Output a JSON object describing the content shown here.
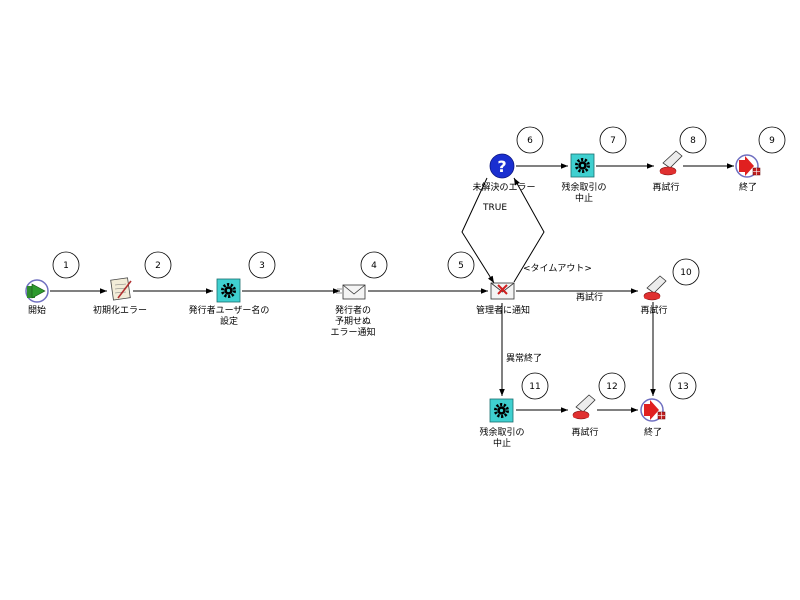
{
  "diagram": {
    "nodes": [
      {
        "id": "start",
        "num": "1",
        "icon": "start-icon",
        "lines": [
          "開始"
        ]
      },
      {
        "id": "init-error",
        "num": "2",
        "icon": "notepad-icon",
        "lines": [
          "初期化エラー"
        ]
      },
      {
        "id": "set-username",
        "num": "3",
        "icon": "gear-icon",
        "lines": [
          "発行者ユーザー名の",
          "設定"
        ]
      },
      {
        "id": "notify-unexpected",
        "num": "4",
        "icon": "envelope-icon",
        "lines": [
          "発行者の",
          "予期せぬ",
          "エラー通知"
        ]
      },
      {
        "id": "notify-admin",
        "num": "5",
        "icon": "envelope-x-icon",
        "lines": [
          "管理者に通知"
        ]
      },
      {
        "id": "unresolved-error",
        "num": "6",
        "icon": "question-icon",
        "lines": [
          "未解決のエラー"
        ]
      },
      {
        "id": "abort-remaining-top",
        "num": "7",
        "icon": "gear-icon",
        "lines": [
          "残余取引の",
          "中止"
        ]
      },
      {
        "id": "retry-top",
        "num": "8",
        "icon": "retry-icon",
        "lines": [
          "再試行"
        ]
      },
      {
        "id": "end-top",
        "num": "9",
        "icon": "end-icon",
        "lines": [
          "終了"
        ]
      },
      {
        "id": "retry-mid",
        "num": "10",
        "icon": "retry-icon",
        "lines": [
          "再試行"
        ]
      },
      {
        "id": "abort-remaining-bottom",
        "num": "11",
        "icon": "gear-icon",
        "lines": [
          "残余取引の",
          "中止"
        ]
      },
      {
        "id": "retry-bottom",
        "num": "12",
        "icon": "retry-icon",
        "lines": [
          "再試行"
        ]
      },
      {
        "id": "end-bottom",
        "num": "13",
        "icon": "end-icon",
        "lines": [
          "終了"
        ]
      }
    ],
    "edge_labels": {
      "true": "TRUE",
      "timeout": "<タイムアウト>",
      "retry": "再試行",
      "abnormal_end": "異常終了"
    }
  }
}
